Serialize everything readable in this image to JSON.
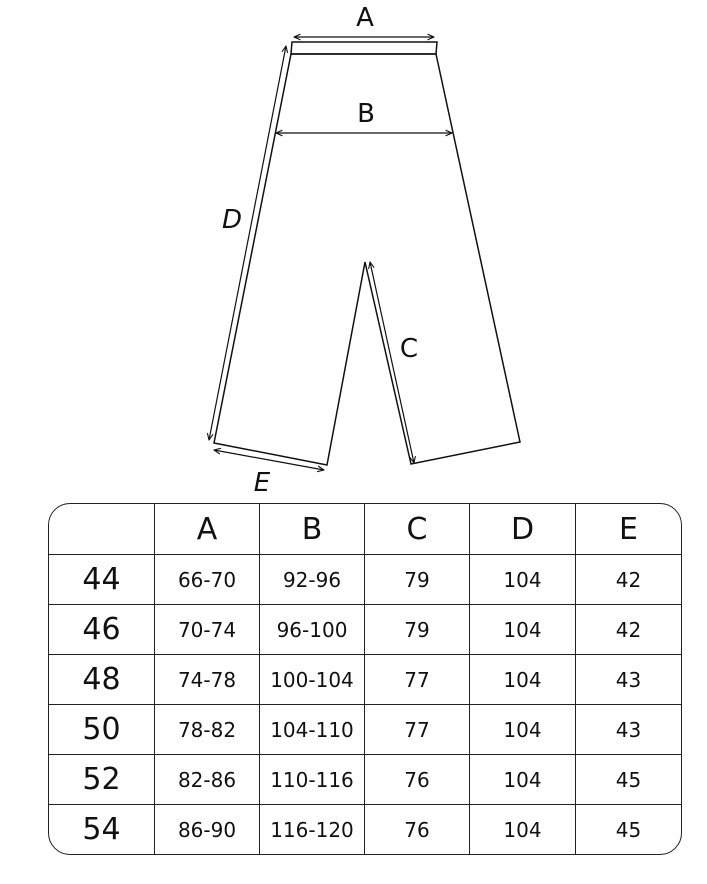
{
  "diagram": {
    "labels": {
      "a": "A",
      "b": "B",
      "c": "C",
      "d": "D",
      "e": "E"
    }
  },
  "table": {
    "columns": [
      "",
      "A",
      "B",
      "C",
      "D",
      "E"
    ],
    "rows": [
      [
        "44",
        "66-70",
        "92-96",
        "79",
        "104",
        "42"
      ],
      [
        "46",
        "70-74",
        "96-100",
        "79",
        "104",
        "42"
      ],
      [
        "48",
        "74-78",
        "100-104",
        "77",
        "104",
        "43"
      ],
      [
        "50",
        "78-82",
        "104-110",
        "77",
        "104",
        "43"
      ],
      [
        "52",
        "82-86",
        "110-116",
        "76",
        "104",
        "45"
      ],
      [
        "54",
        "86-90",
        "116-120",
        "76",
        "104",
        "45"
      ]
    ]
  }
}
